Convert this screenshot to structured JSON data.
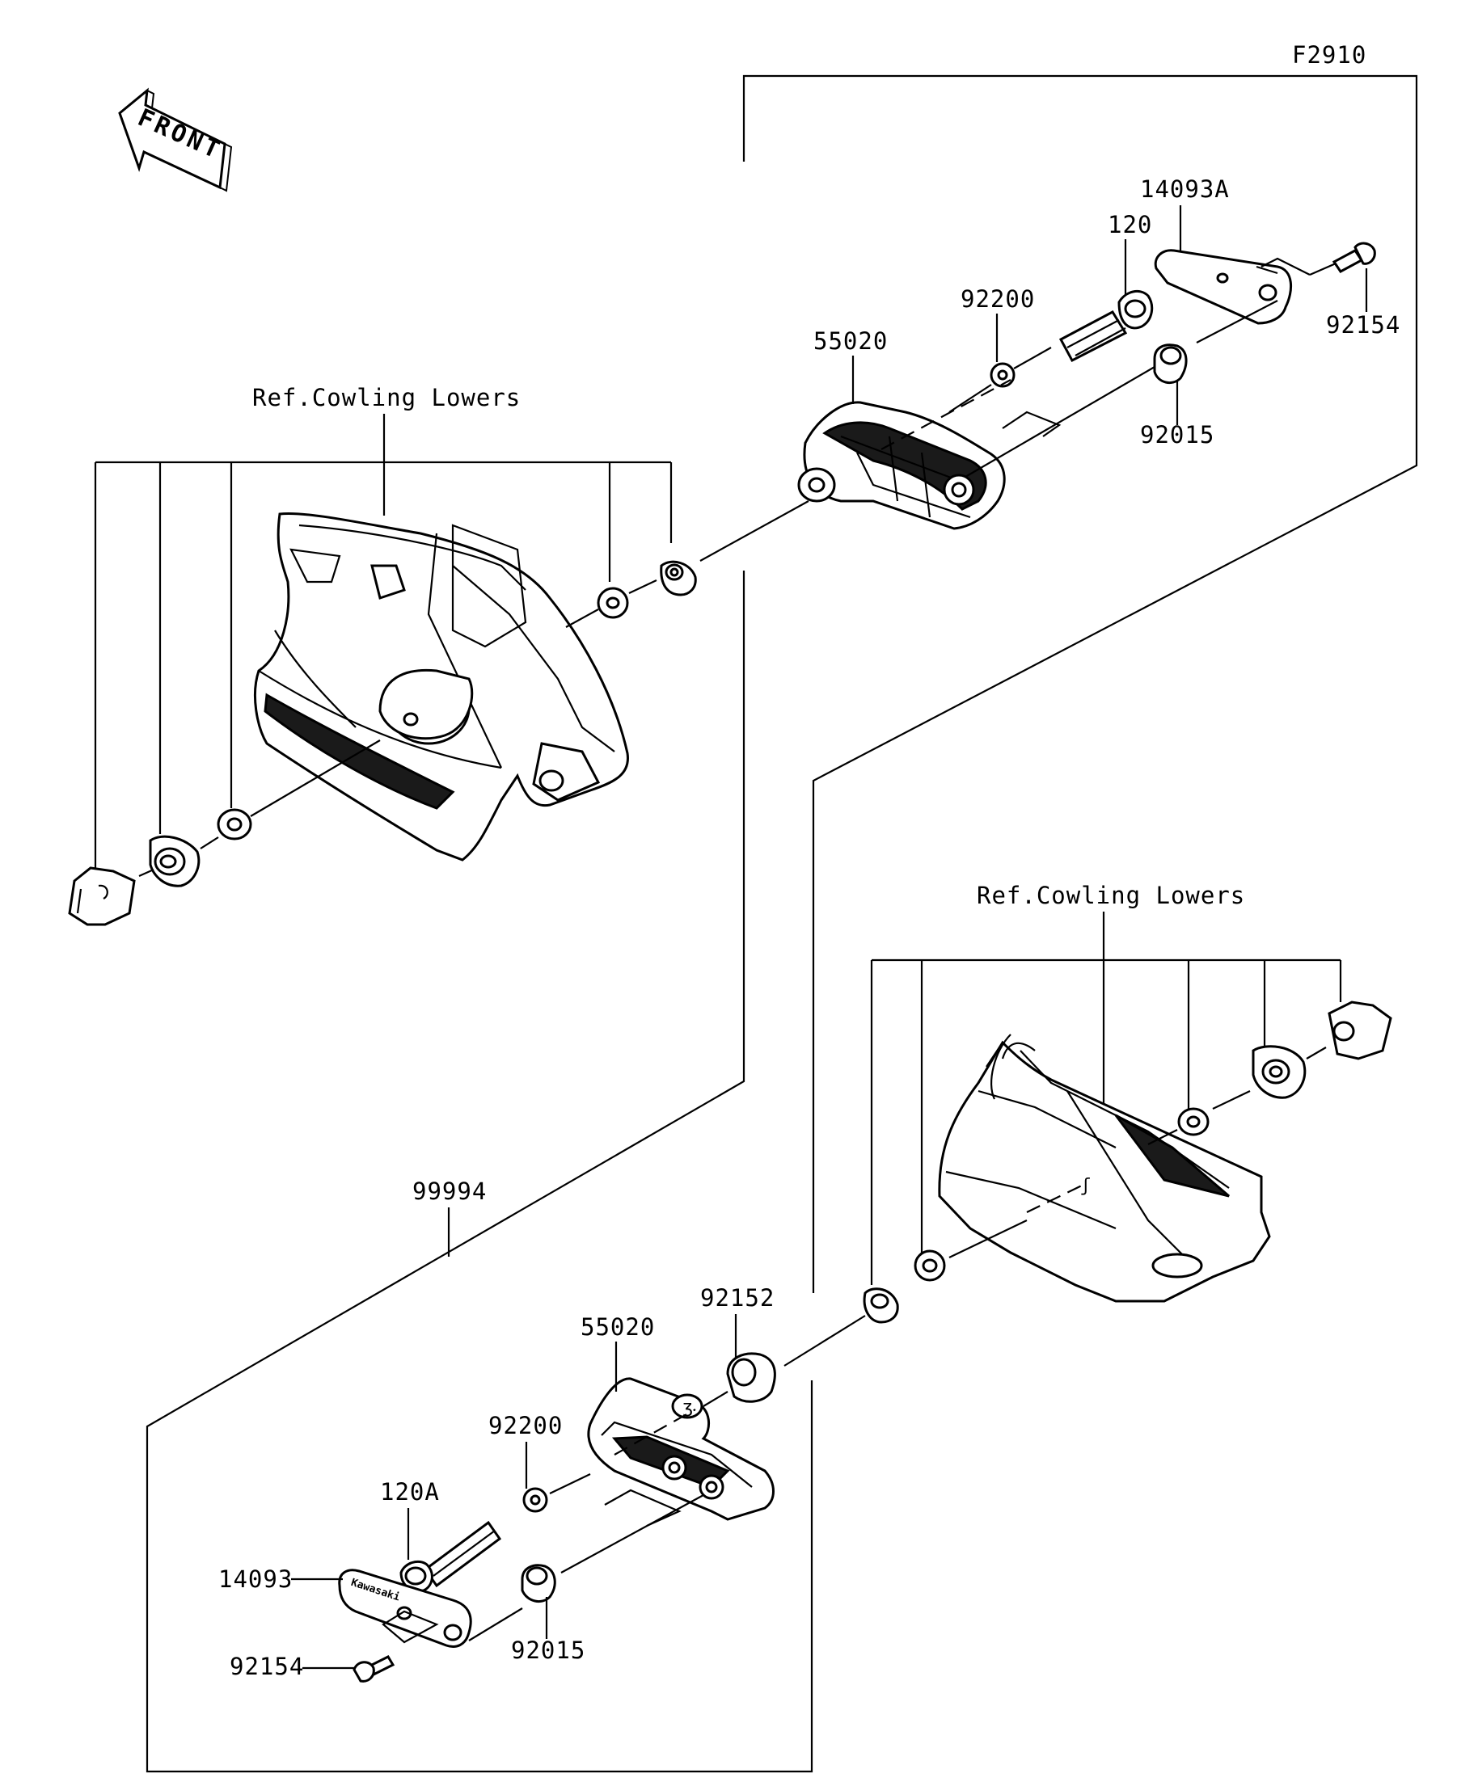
{
  "figure_code": "F2910",
  "front_marker": "FRONT",
  "ref_labels": {
    "cowling_upper_left": "Ref.Cowling Lowers",
    "cowling_lower_right": "Ref.Cowling Lowers"
  },
  "right_kit_labels": {
    "part_14093A": "14093A",
    "part_120": "120",
    "part_92200": "92200",
    "part_92154": "92154",
    "part_55020": "55020",
    "part_92015": "92015"
  },
  "left_kit_labels": {
    "part_99994": "99994",
    "part_92152": "92152",
    "part_55020": "55020",
    "part_92200": "92200",
    "part_120A": "120A",
    "part_14093": "14093",
    "part_92015": "92015",
    "part_92154": "92154"
  }
}
